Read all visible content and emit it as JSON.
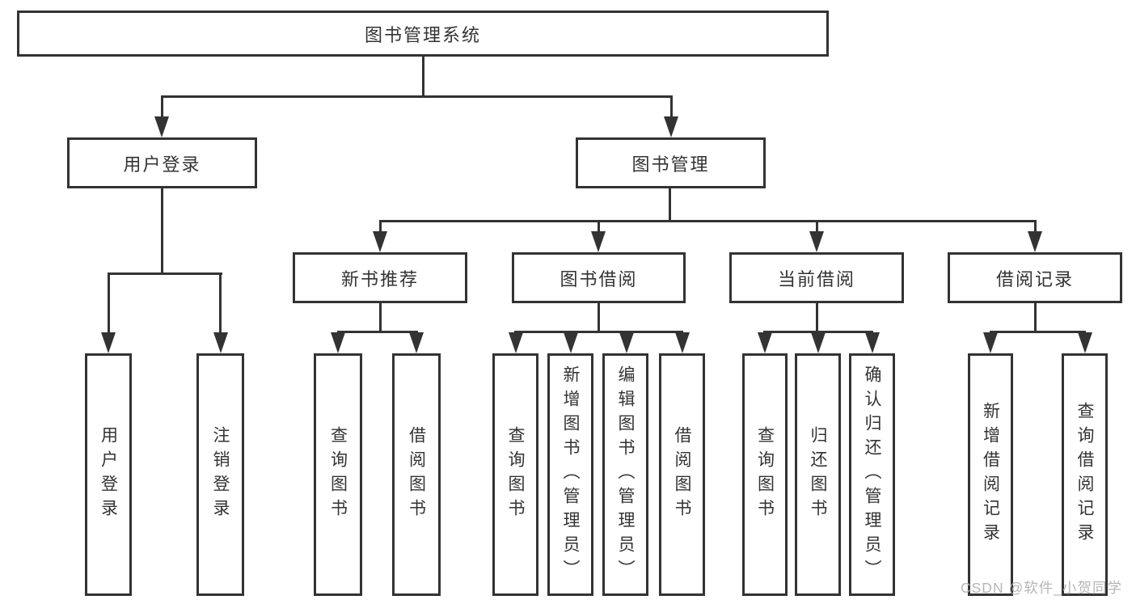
{
  "diagram": {
    "root": {
      "label": "图书管理系统"
    },
    "level2": {
      "user_login": {
        "label": "用户登录"
      },
      "book_mgmt": {
        "label": "图书管理"
      }
    },
    "level3": {
      "new_book_rec": {
        "label": "新书推荐"
      },
      "book_borrow": {
        "label": "图书借阅"
      },
      "current_borrow": {
        "label": "当前借阅"
      },
      "borrow_record": {
        "label": "借阅记录"
      }
    },
    "leaves": {
      "user_login": {
        "label": "用户登录"
      },
      "logout": {
        "label": "注销登录"
      },
      "rec_query_book": {
        "label": "查询图书"
      },
      "rec_borrow_book": {
        "label": "借阅图书"
      },
      "bb_query_book": {
        "label": "查询图书"
      },
      "bb_add_book": {
        "label": "新增图书（管理员）"
      },
      "bb_edit_book": {
        "label": "编辑图书（管理员）"
      },
      "bb_borrow_book": {
        "label": "借阅图书"
      },
      "cb_query_book": {
        "label": "查询图书"
      },
      "cb_return_book": {
        "label": "归还图书"
      },
      "cb_confirm_return": {
        "label": "确认归还（管理员）"
      },
      "br_add_record": {
        "label": "新增借阅记录"
      },
      "br_query_record": {
        "label": "查询借阅记录"
      }
    },
    "watermark": "CSDN @软件_小贺同学",
    "colors": {
      "line": "#333333",
      "text": "#333333",
      "box_background": "#ffffff",
      "watermark": "#b2b2b2"
    }
  }
}
